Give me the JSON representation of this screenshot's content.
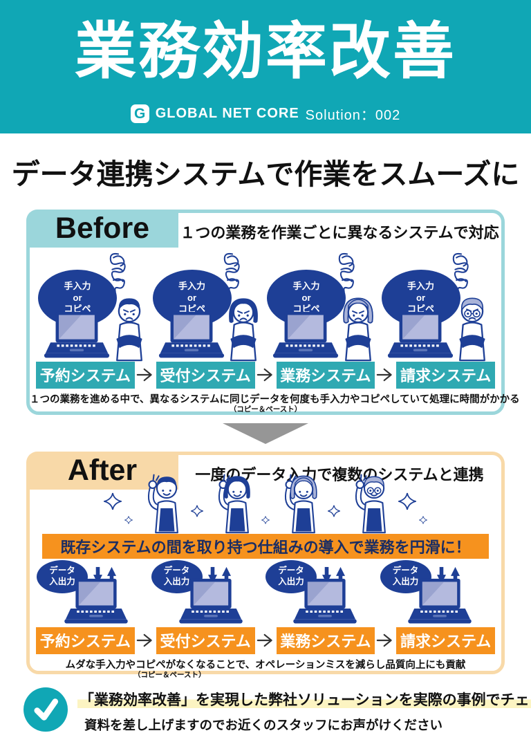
{
  "header": {
    "title": "業務効率改善",
    "g_letter": "G",
    "brand": "GLOBAL NET CORE",
    "solution": "Solution：002"
  },
  "page_heading": "データ連携システムで作業をスムーズに",
  "before": {
    "label": "Before",
    "caption": "１つの業務を作業ごとに異なるシステムで対応",
    "bubble": [
      "手入力",
      "or",
      "コピペ"
    ],
    "systems": [
      "予約システム",
      "受付システム",
      "業務システム",
      "請求システム"
    ],
    "footer": "１つの業務を進める中で、異なるシステムに同じデータを何度も手入力やコピペしていて処理に時間がかかる",
    "footer_note": "（コピー＆ペースト）"
  },
  "after": {
    "label": "After",
    "caption": "一度のデータ入力で複数のシステムと連携",
    "banner": "既存システムの間を取り持つ仕組みの導入で業務を円滑に！",
    "io_bubble": [
      "データ",
      "入出力"
    ],
    "systems": [
      "予約システム",
      "受付システム",
      "業務システム",
      "請求システム"
    ],
    "footer": "ムダな手入力やコピペがなくなることで、オペレーションミスを減らし品質向上にも貢献",
    "footer_note": "（コピー＆ペースト）"
  },
  "cta": {
    "line1": "「業務効率改善」を実現した弊社ソリューションを実際の事例でチェック",
    "line2": "資料を差し上げますのでお近くのスタッフにお声がけください"
  },
  "icons": {
    "g-logo-icon": "G",
    "check-icon": "✓",
    "flow-arrow-icon": "→",
    "arrow-down-icon": "↓",
    "arrow-up-icon": "↑",
    "down-triangle-icon": "▼",
    "sparkle-icon": "✦",
    "frustration-scribble-icon": "〰"
  },
  "colors": {
    "teal": "#10a7b5",
    "teal_light": "#9bd6db",
    "teal_mid": "#2fa9b2",
    "navy": "#1e3f96",
    "orange": "#f6921e",
    "orange_light": "#f8d9a8",
    "gray_arrow": "#969696",
    "highlight_yellow": "#fcf4c2",
    "laptop_screen": "#b4bade"
  }
}
